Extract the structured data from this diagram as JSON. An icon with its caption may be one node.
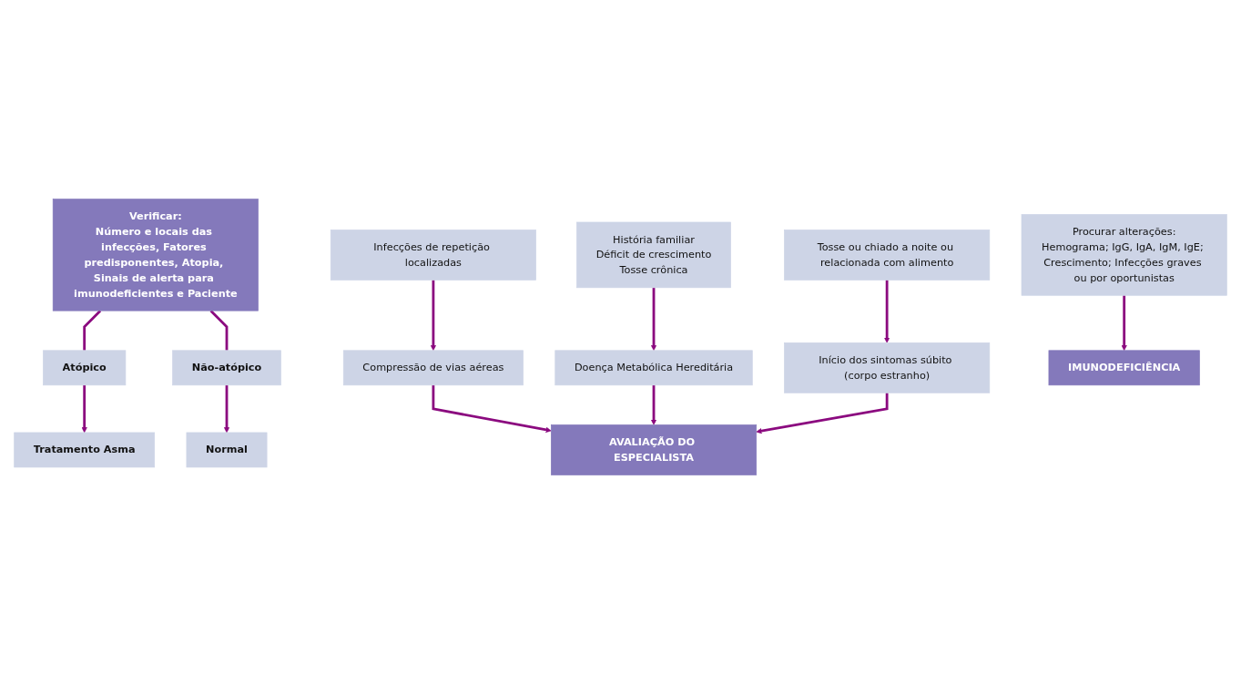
{
  "diagram": {
    "nodes": [
      {
        "text": [
          "Verificar:",
          "Número e locais das infecções, Fatores predisponentes, Atopia, Sinais de alerta para imunodeficientes e Paciente"
        ]
      },
      {
        "text": [
          "Atópico"
        ]
      },
      {
        "text": [
          "Não-atópico"
        ]
      },
      {
        "text": [
          "Procurar alterações:",
          "Hemograma; IgG, IgA, IgM, IgE; Crescimento; Infecções graves ou por oportunistas"
        ]
      },
      {
        "text": [
          "Infecções de repetição localizadas"
        ]
      },
      {
        "text": [
          "História familiar",
          "Déficit de crescimento",
          "Tosse crônica"
        ]
      },
      {
        "text": [
          "Tosse ou chiado a noite ou relacionada com alimento"
        ]
      },
      {
        "text": [
          "Compressão de vias aéreas"
        ]
      },
      {
        "text": [
          "Doença Metabólica Hereditária"
        ]
      },
      {
        "text": [
          "Início dos sintomas súbito (corpo estranho)"
        ]
      },
      {
        "text": [
          "IMUNODEFICIÊNCIA"
        ]
      },
      {
        "text": [
          "AVALIAÇÃO DO ESPECIALISTA"
        ]
      },
      {
        "text": [
          "Tratamento Asma"
        ]
      },
      {
        "text": [
          "Normal"
        ]
      }
    ],
    "edges": [
      {
        "from": 0,
        "to": 1,
        "arrow": "none"
      },
      {
        "from": 0,
        "to": 2,
        "arrow": "none"
      },
      {
        "from": 1,
        "to": 12,
        "arrow": "to"
      },
      {
        "from": 2,
        "to": 13,
        "arrow": "to"
      },
      {
        "from": 3,
        "to": 10,
        "arrow": "to"
      },
      {
        "from": 4,
        "to": 7,
        "arrow": "to"
      },
      {
        "from": 5,
        "to": 8,
        "arrow": "to"
      },
      {
        "from": 6,
        "to": 9,
        "arrow": "to"
      },
      {
        "from": 7,
        "to": 11,
        "arrow": "to"
      },
      {
        "from": 8,
        "to": 11,
        "arrow": "to"
      },
      {
        "from": 9,
        "to": 11,
        "arrow": "to"
      }
    ]
  }
}
